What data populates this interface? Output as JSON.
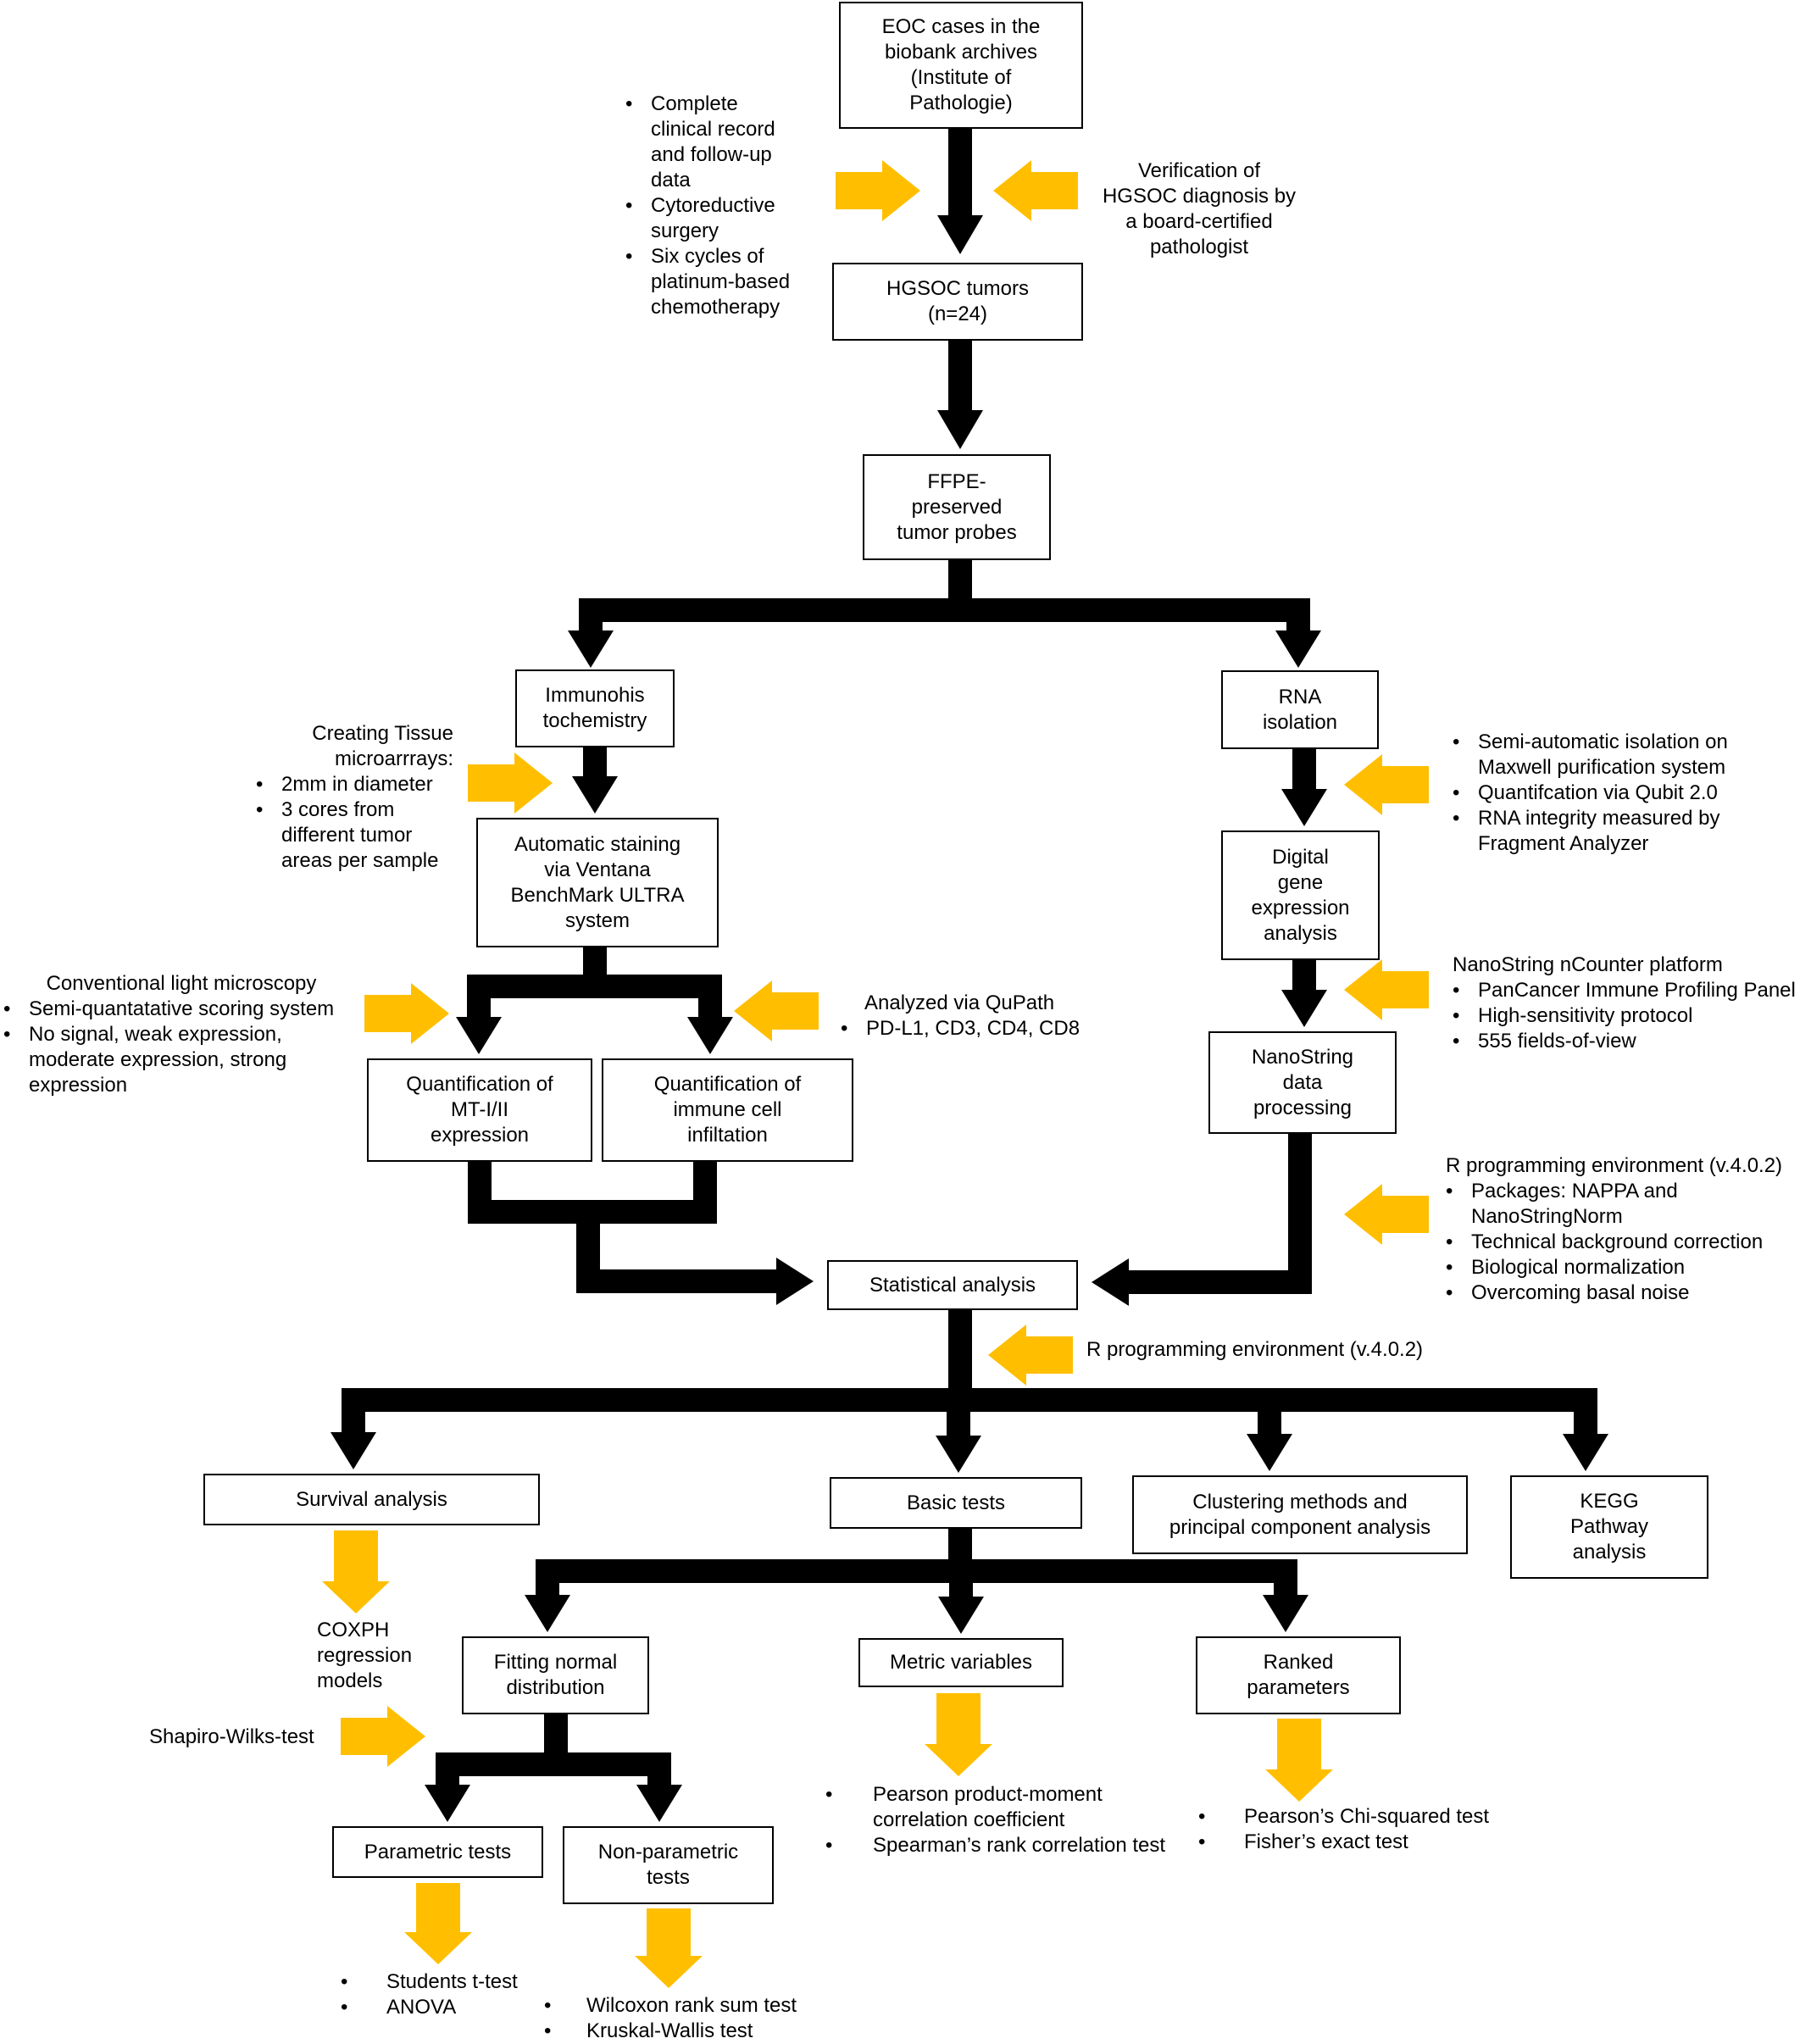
{
  "colors": {
    "flow_arrow": "#000000",
    "annotation_arrow": "#FFBF00",
    "box_border": "#000000"
  },
  "boxes": {
    "eoc_cases": "EOC cases in the\nbiobank archives\n(Institute of\nPathologie)",
    "hgsoc_tumors": "HGSOC tumors\n(n=24)",
    "ffpe": "FFPE-\npreserved\ntumor probes",
    "ihc": "Immunohis\ntochemistry",
    "rna_isolation": "RNA\nisolation",
    "auto_staining": "Automatic staining\nvia Ventana\nBenchMark ULTRA\nsystem",
    "digital_gene": "Digital\ngene\nexpression\nanalysis",
    "nanostring_processing": "NanoString\ndata\nprocessing",
    "quant_mt": "Quantification of\nMT-I/II\nexpression",
    "quant_immune": "Quantification of\nimmune cell\ninfiltation",
    "statistical_analysis": "Statistical analysis",
    "survival": "Survival analysis",
    "basic_tests": "Basic tests",
    "clustering": "Clustering methods and\nprincipal component analysis",
    "kegg": "KEGG\nPathway\nanalysis",
    "fitting_normal": "Fitting normal\ndistribution",
    "metric_variables": "Metric variables",
    "ranked_parameters": "Ranked\nparameters",
    "parametric": "Parametric tests",
    "nonparametric": "Non-parametric\ntests"
  },
  "notes": {
    "clinical": {
      "items": [
        "Complete\nclinical record\nand follow-up\ndata",
        "Cytoreductive\nsurgery",
        "Six cycles of\nplatinum-based\nchemotherapy"
      ]
    },
    "verification": {
      "heading": "Verification of\nHGSOC diagnosis by\na board-certified\npathologist"
    },
    "tma": {
      "heading": "Creating Tissue\nmicroarrrays:",
      "items": [
        "2mm in diameter",
        "3 cores from\ndifferent tumor\nareas per sample"
      ]
    },
    "rna_methods": {
      "items": [
        "Semi-automatic isolation on\nMaxwell purification system",
        "Quantifcation via Qubit 2.0",
        "RNA integrity measured by\nFragment Analyzer"
      ]
    },
    "microscopy": {
      "heading": "Conventional light microscopy",
      "items": [
        "Semi-quantatative scoring system",
        "No signal, weak expression,\nmoderate expression, strong\nexpression"
      ]
    },
    "qupath": {
      "heading": "Analyzed via QuPath",
      "items": [
        "PD-L1, CD3, CD4, CD8"
      ]
    },
    "ncounter": {
      "heading": "NanoString nCounter platform",
      "items": [
        "PanCancer Immune Profiling Panel",
        "High-sensitivity protocol",
        "555 fields-of-view"
      ]
    },
    "r_processing": {
      "heading": "R programming environment (v.4.0.2)",
      "items": [
        "    Packages: NAPPA and\n    NanoStringNorm",
        "Technical background correction",
        "Biological normalization",
        "Overcoming basal noise"
      ]
    },
    "r_stats": {
      "heading": "R programming environment (v.4.0.2)"
    },
    "coxph": {
      "heading": "COXPH\nregression\nmodels"
    },
    "shapiro": {
      "heading": "Shapiro-Wilks-test"
    },
    "metric_tests": {
      "items": [
        "Pearson product-moment\ncorrelation coefficient",
        "Spearman’s rank correlation test"
      ]
    },
    "ranked_tests": {
      "items": [
        "Pearson’s Chi-squared test",
        "Fisher’s exact test"
      ]
    },
    "parametric_tests": {
      "items": [
        "Students t-test",
        "ANOVA"
      ]
    },
    "nonparametric_tests": {
      "items": [
        "Wilcoxon rank sum test",
        "Kruskal-Wallis test"
      ]
    }
  }
}
